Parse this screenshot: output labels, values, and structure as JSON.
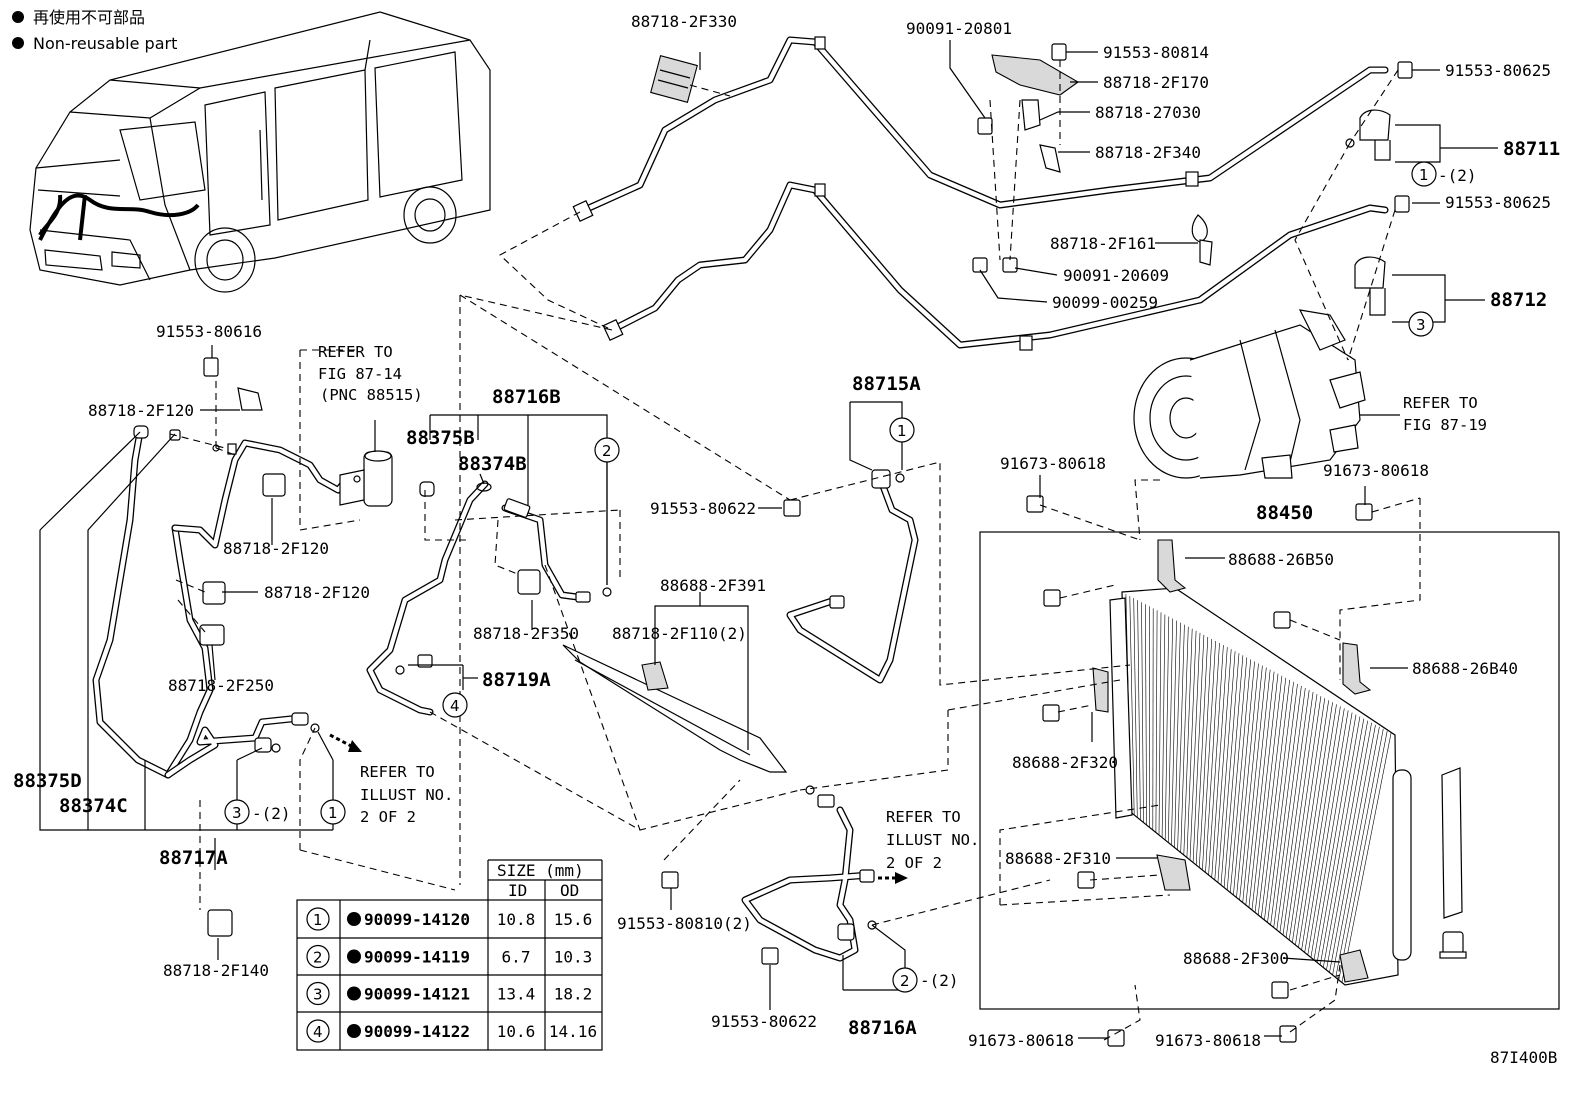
{
  "legend": {
    "jp": "再使用不可部品",
    "en": "Non-reusable part"
  },
  "refs": {
    "fig_87_14": [
      "REFER TO",
      "FIG 87-14",
      "(PNC 88515)"
    ],
    "fig_87_19": [
      "REFER TO",
      "FIG 87-19"
    ],
    "illust_left": [
      "REFER TO",
      "ILLUST NO.",
      "2 OF 2"
    ],
    "illust_right": [
      "REFER TO",
      "ILLUST NO.",
      "2 OF 2"
    ]
  },
  "labels": {
    "p88718_2F330": "88718-2F330",
    "p90091_20801": "90091-20801",
    "p91553_80814": "91553-80814",
    "p88718_2F170": "88718-2F170",
    "p88718_27030": "88718-27030",
    "p88718_2F340": "88718-2F340",
    "p91553_80625a": "91553-80625",
    "p88711": "88711",
    "p1_2a": "-(2)",
    "p91553_80625b": "91553-80625",
    "p88718_2F161": "88718-2F161",
    "p90091_20609": "90091-20609",
    "p90099_00259": "90099-00259",
    "p88712": "88712",
    "p91553_80616": "91553-80616",
    "p88718_2F120a": "88718-2F120",
    "p88716B": "88716B",
    "p88375B": "88375B",
    "p88374B": "88374B",
    "p88715A": "88715A",
    "p88718_2F120b": "88718-2F120",
    "p88718_2F120c": "88718-2F120",
    "p91553_80622a": "91553-80622",
    "p91673_80618a": "91673-80618",
    "p91673_80618b": "91673-80618",
    "p88450": "88450",
    "p88688_2F391": "88688-2F391",
    "p88718_2F350": "88718-2F350",
    "p88718_2F110": "88718-2F110(2)",
    "p88688_26B50": "88688-26B50",
    "p88718_2F250": "88718-2F250",
    "p88719A": "88719A",
    "p88688_26B40": "88688-26B40",
    "p88688_2F320": "88688-2F320",
    "p88375D": "88375D",
    "p88374C": "88374C",
    "p3_2": "-(2)",
    "p88717A": "88717A",
    "p88688_2F310": "88688-2F310",
    "p91553_80810": "91553-80810(2)",
    "p2_2": "-(2)",
    "p88688_2F300": "88688-2F300",
    "p88718_2F140": "88718-2F140",
    "p91553_80622b": "91553-80622",
    "p88716A": "88716A",
    "p91673_80618c": "91673-80618",
    "p91673_80618d": "91673-80618",
    "figure_code": "87I400B"
  },
  "callouts": {
    "c1": "1",
    "c2": "2",
    "c3": "3",
    "c4": "4"
  },
  "size_table": {
    "header": "SIZE (mm)",
    "col_id": "ID",
    "col_od": "OD",
    "rows": [
      {
        "key": "1",
        "part": "90099-14120",
        "id": "10.8",
        "od": "15.6"
      },
      {
        "key": "2",
        "part": "90099-14119",
        "id": "6.7",
        "od": "10.3"
      },
      {
        "key": "3",
        "part": "90099-14121",
        "id": "13.4",
        "od": "18.2"
      },
      {
        "key": "4",
        "part": "90099-14122",
        "id": "10.6",
        "od": "14.16"
      }
    ]
  }
}
